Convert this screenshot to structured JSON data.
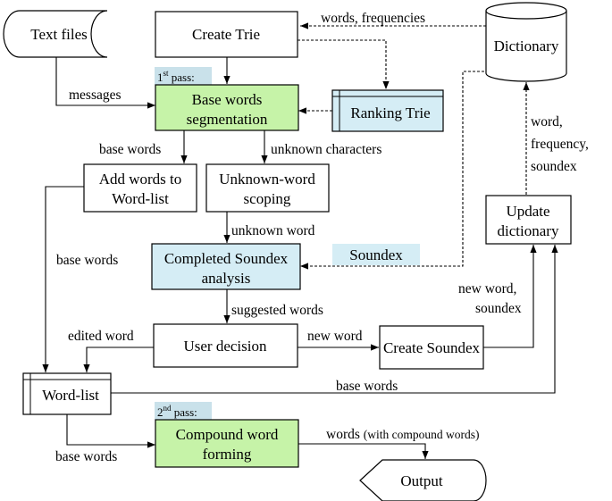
{
  "colors": {
    "green": "#c6f3a8",
    "blue": "#d5edf5",
    "tag_bg": "#c9e1ea",
    "line": "#000000"
  },
  "nodes": {
    "text_files": "Text files",
    "create_trie": "Create Trie",
    "dictionary": "Dictionary",
    "base_words_seg_1": "Base words",
    "base_words_seg_2": "segmentation",
    "ranking_trie": "Ranking Trie",
    "add_words_1": "Add words to",
    "add_words_2": "Word-list",
    "unknown_scoping_1": "Unknown-word",
    "unknown_scoping_2": "scoping",
    "update_dict_1": "Update",
    "update_dict_2": "dictionary",
    "soundex_analysis_1": "Completed Soundex",
    "soundex_analysis_2": "analysis",
    "soundex_tag": "Soundex",
    "user_decision": "User decision",
    "create_soundex": "Create Soundex",
    "word_list": "Word-list",
    "compound_1": "Compound word",
    "compound_2": "forming",
    "output": "Output"
  },
  "pass_tags": {
    "first_num": "1",
    "first_sup": "st",
    "first_rest": " pass:",
    "second_num": "2",
    "second_sup": "nd",
    "second_rest": " pass:"
  },
  "edge_labels": {
    "words_frequencies": "words, frequencies",
    "messages": "messages",
    "base_words_a": "base words",
    "unknown_characters": "unknown characters",
    "word_freq_1": "word,",
    "word_freq_2": "frequency,",
    "word_freq_3": "soundex",
    "base_words_b": "base words",
    "unknown_word": "unknown word",
    "suggested_words": "suggested words",
    "new_word_soundex_1": "new word,",
    "new_word_soundex_2": "soundex",
    "edited_word": "edited word",
    "new_word": "new word",
    "base_words_c": "base words",
    "words_compound_1": "words ",
    "words_compound_2": "(with compound words)",
    "base_words_d": "base words"
  }
}
